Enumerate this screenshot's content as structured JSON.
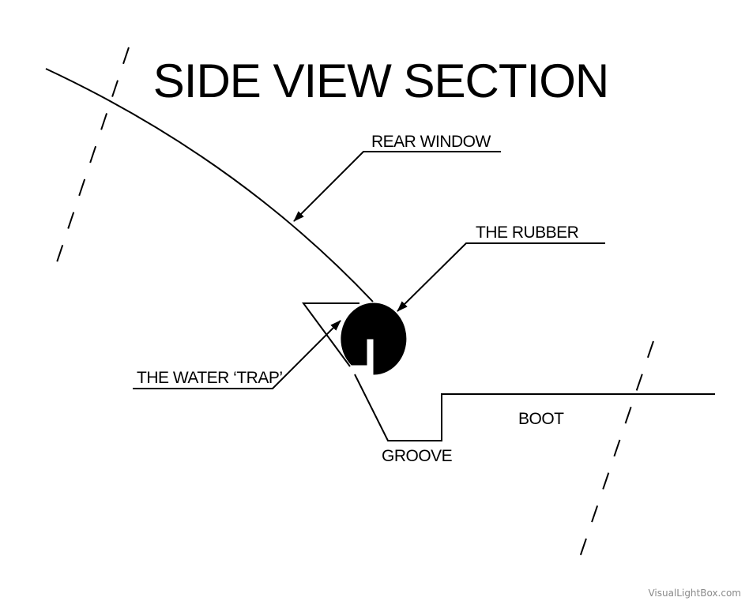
{
  "title": "SIDE VIEW SECTION",
  "labels": {
    "rear_window": "REAR WINDOW",
    "rubber": "THE RUBBER",
    "water_trap": "THE WATER ‘TRAP’",
    "boot": "BOOT",
    "groove": "GROOVE"
  },
  "watermark": "VisualLightBox.com",
  "colors": {
    "line": "#000000",
    "background": "#ffffff",
    "watermark": "#8a8a8a"
  }
}
